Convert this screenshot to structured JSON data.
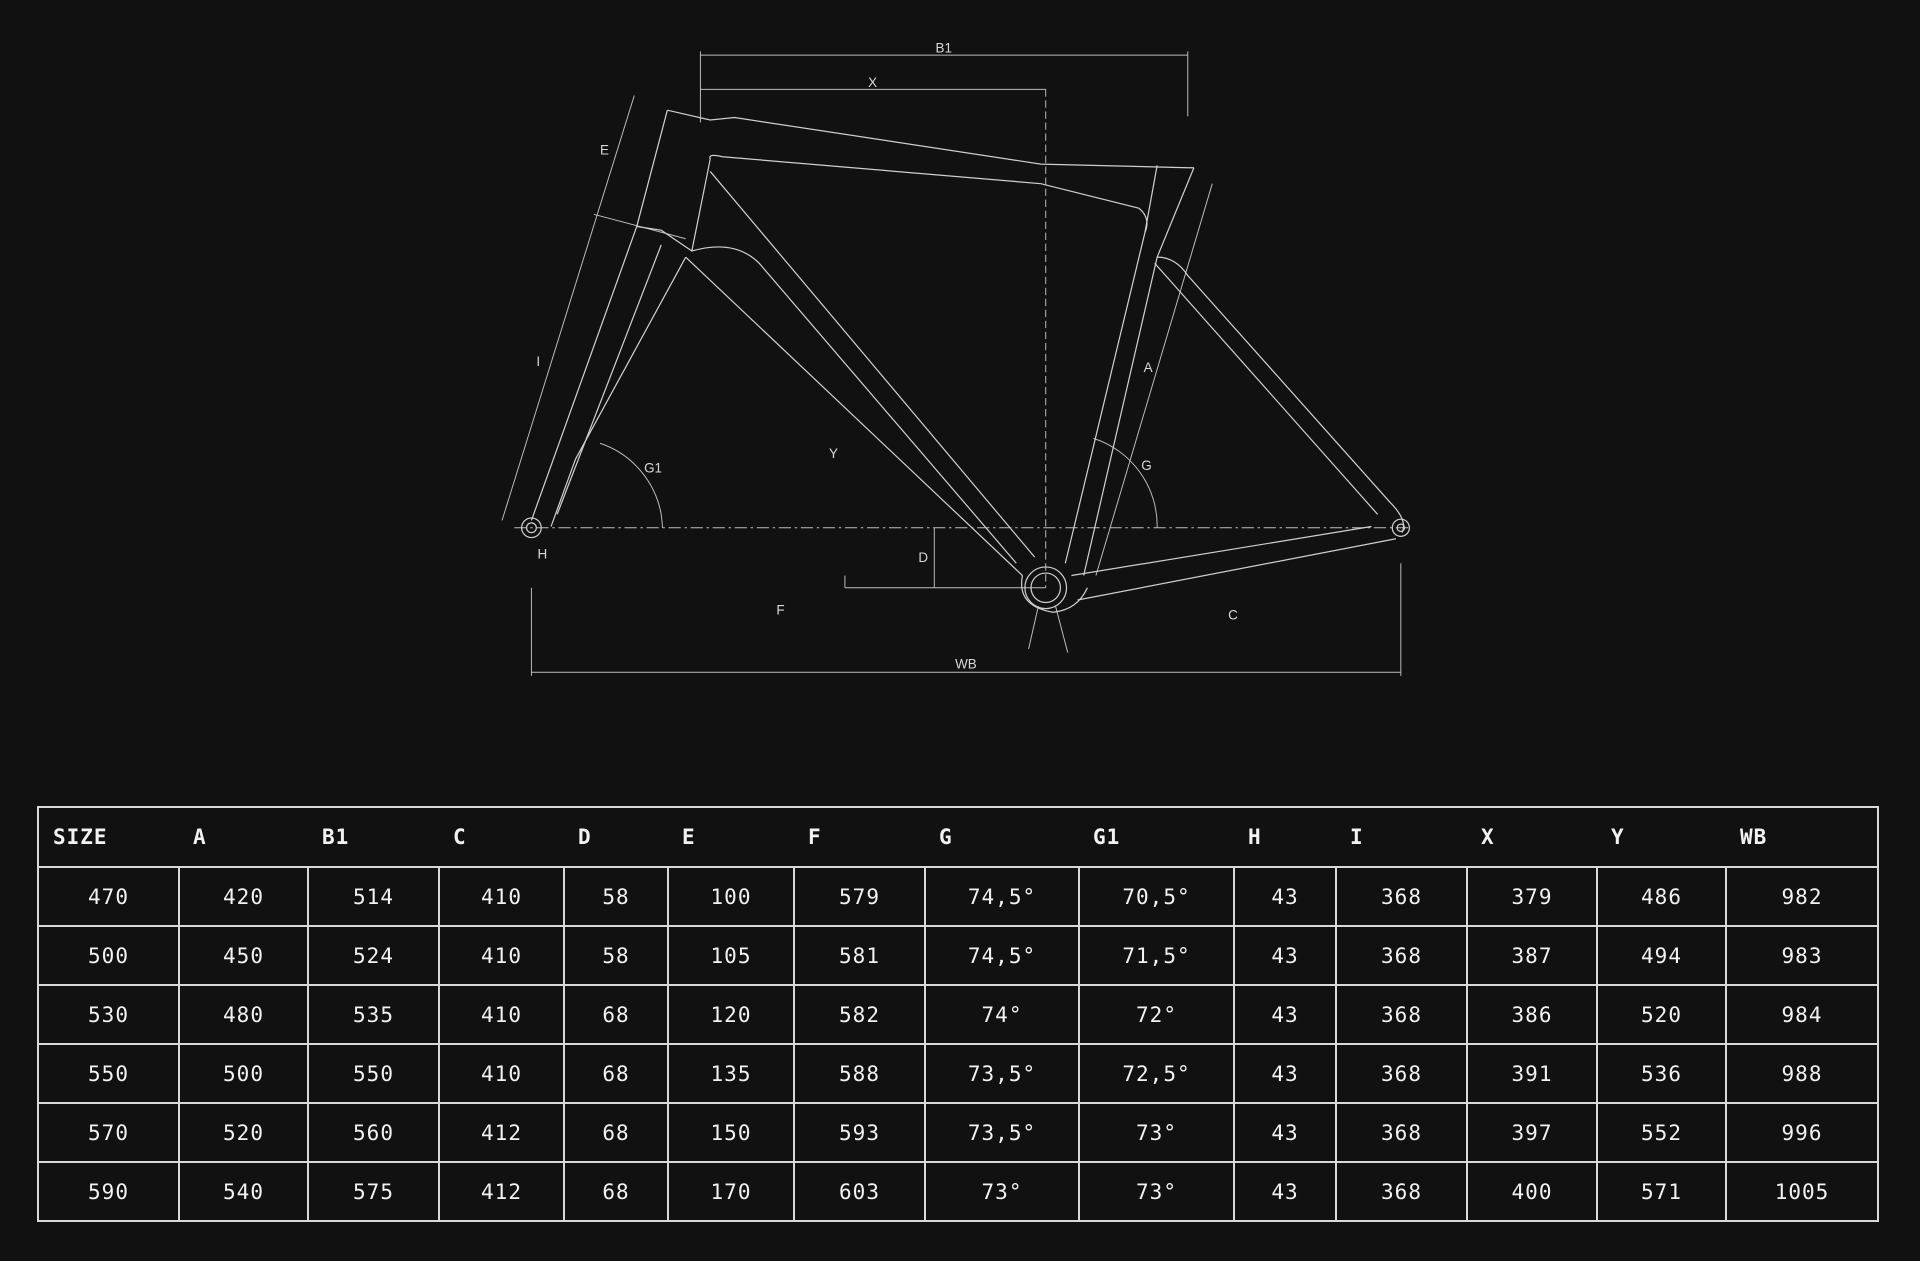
{
  "diagram": {
    "labels": {
      "B1": "B1",
      "X": "X",
      "E": "E",
      "I": "I",
      "G1": "G1",
      "H": "H",
      "Y": "Y",
      "D": "D",
      "F": "F",
      "C": "C",
      "A": "A",
      "G": "G",
      "WB": "WB"
    }
  },
  "table": {
    "headers": [
      "SIZE",
      "A",
      "B1",
      "C",
      "D",
      "E",
      "F",
      "G",
      "G1",
      "H",
      "I",
      "X",
      "Y",
      "WB"
    ],
    "rows": [
      [
        "470",
        "420",
        "514",
        "410",
        "58",
        "100",
        "579",
        "74,5°",
        "70,5°",
        "43",
        "368",
        "379",
        "486",
        "982"
      ],
      [
        "500",
        "450",
        "524",
        "410",
        "58",
        "105",
        "581",
        "74,5°",
        "71,5°",
        "43",
        "368",
        "387",
        "494",
        "983"
      ],
      [
        "530",
        "480",
        "535",
        "410",
        "68",
        "120",
        "582",
        "74°",
        "72°",
        "43",
        "368",
        "386",
        "520",
        "984"
      ],
      [
        "550",
        "500",
        "550",
        "410",
        "68",
        "135",
        "588",
        "73,5°",
        "72,5°",
        "43",
        "368",
        "391",
        "536",
        "988"
      ],
      [
        "570",
        "520",
        "560",
        "412",
        "68",
        "150",
        "593",
        "73,5°",
        "73°",
        "43",
        "368",
        "397",
        "552",
        "996"
      ],
      [
        "590",
        "540",
        "575",
        "412",
        "68",
        "170",
        "603",
        "73°",
        "73°",
        "43",
        "368",
        "400",
        "571",
        "1005"
      ]
    ]
  }
}
